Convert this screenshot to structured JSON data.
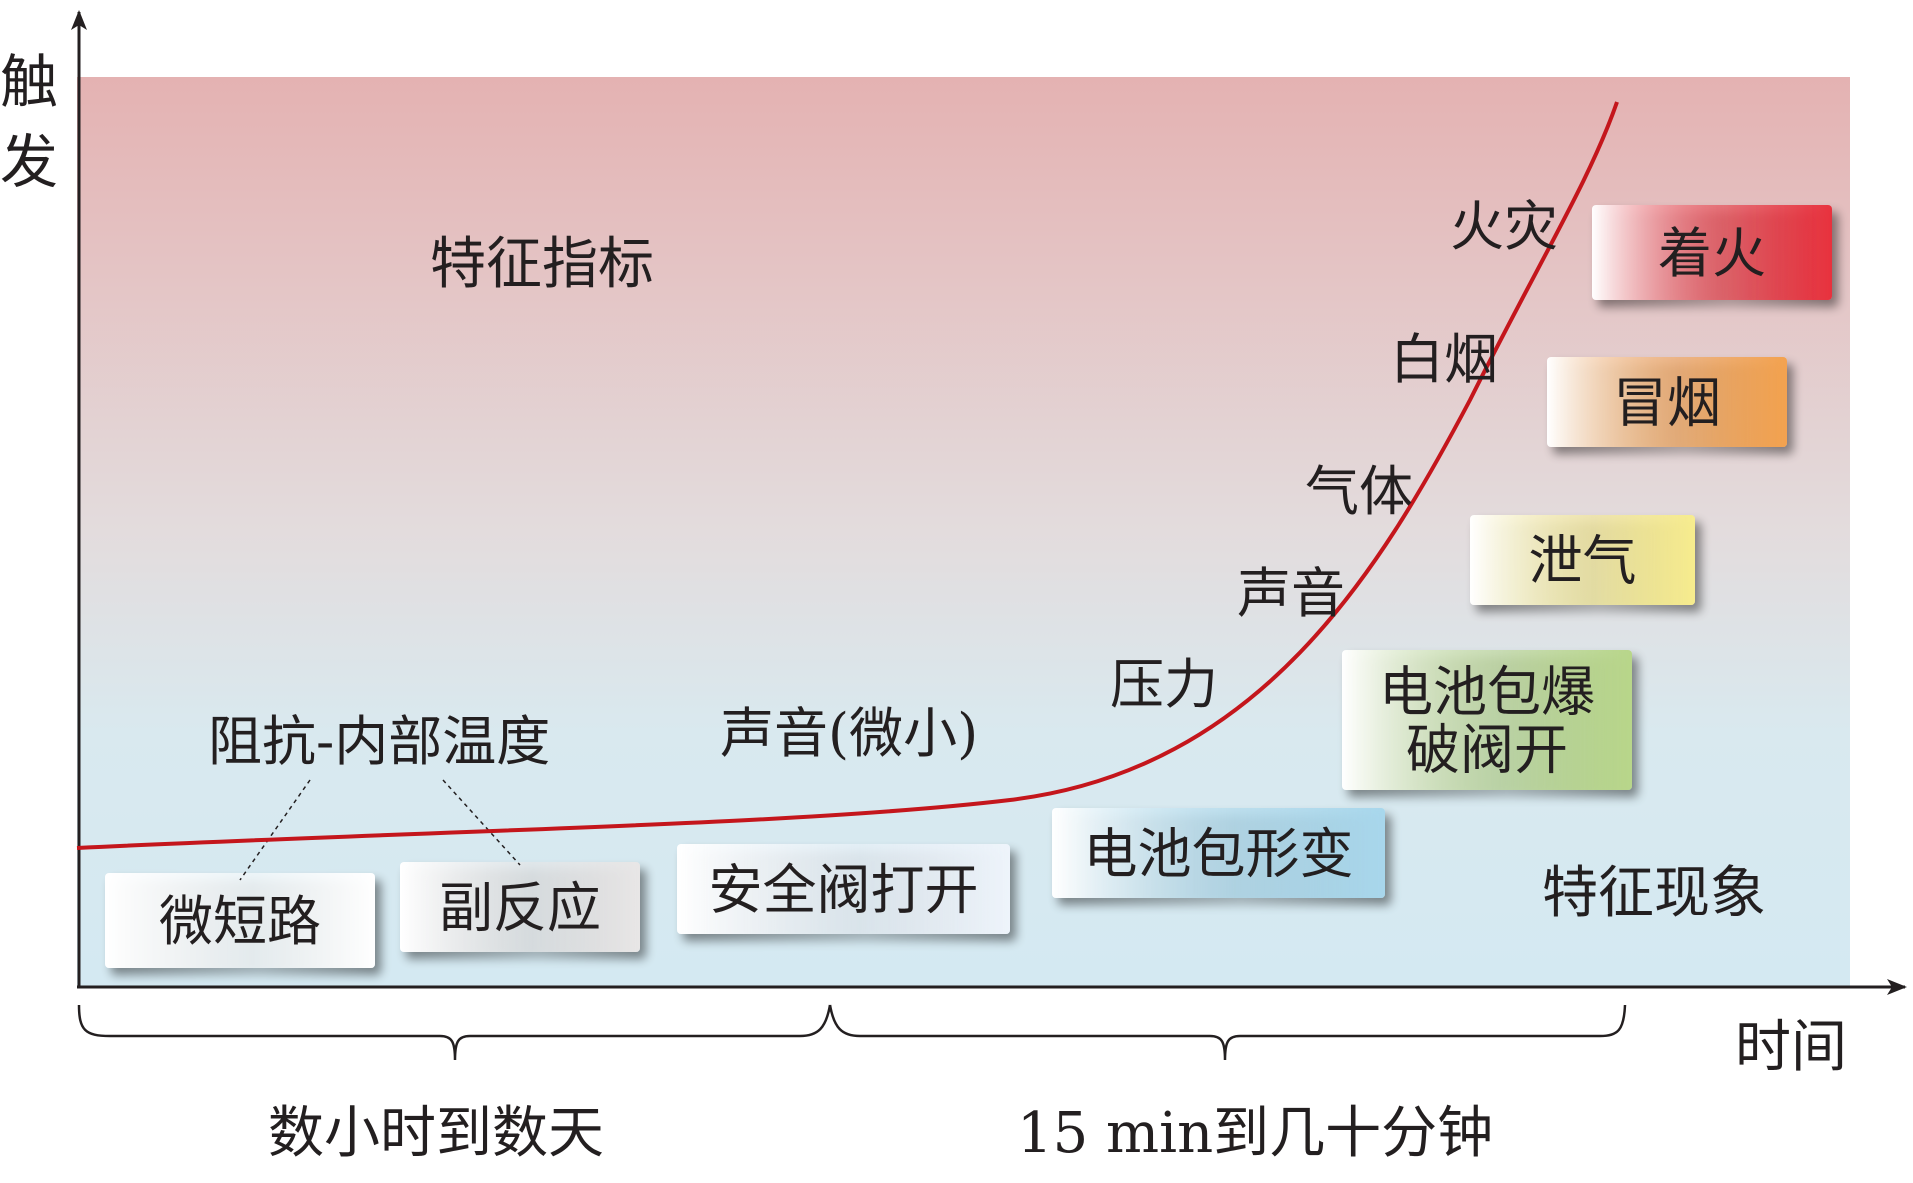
{
  "axes": {
    "y_label": "触发",
    "x_label": "时间"
  },
  "region_titles": {
    "indicators": "特征指标",
    "phenomena": "特征现象"
  },
  "curve_labels": [
    "阻抗-内部温度",
    "声音(微小)",
    "压力",
    "声音",
    "气体",
    "白烟",
    "火灾"
  ],
  "boxes": [
    {
      "lines": [
        "微短路"
      ],
      "color": "#ffffff"
    },
    {
      "lines": [
        "副反应"
      ],
      "color": "#e8e6e6"
    },
    {
      "lines": [
        "安全阀打开"
      ],
      "color": "#eef4fb"
    },
    {
      "lines": [
        "电池包形变"
      ],
      "color": "#a8d7ec"
    },
    {
      "lines": [
        "电池包爆",
        "破阀开"
      ],
      "color": "#b8d68a"
    },
    {
      "lines": [
        "泄气"
      ],
      "color": "#f7ec8e"
    },
    {
      "lines": [
        "冒烟"
      ],
      "color": "#f3a24f"
    },
    {
      "lines": [
        "着火"
      ],
      "color": "#e8323e"
    }
  ],
  "time_spans": [
    "数小时到数天",
    "15 min到几十分钟"
  ],
  "colors": {
    "curve": "#c4161c",
    "bg_top": "#e4b2b2",
    "bg_bottom": "#d6eaf2",
    "axis": "#231f20"
  }
}
